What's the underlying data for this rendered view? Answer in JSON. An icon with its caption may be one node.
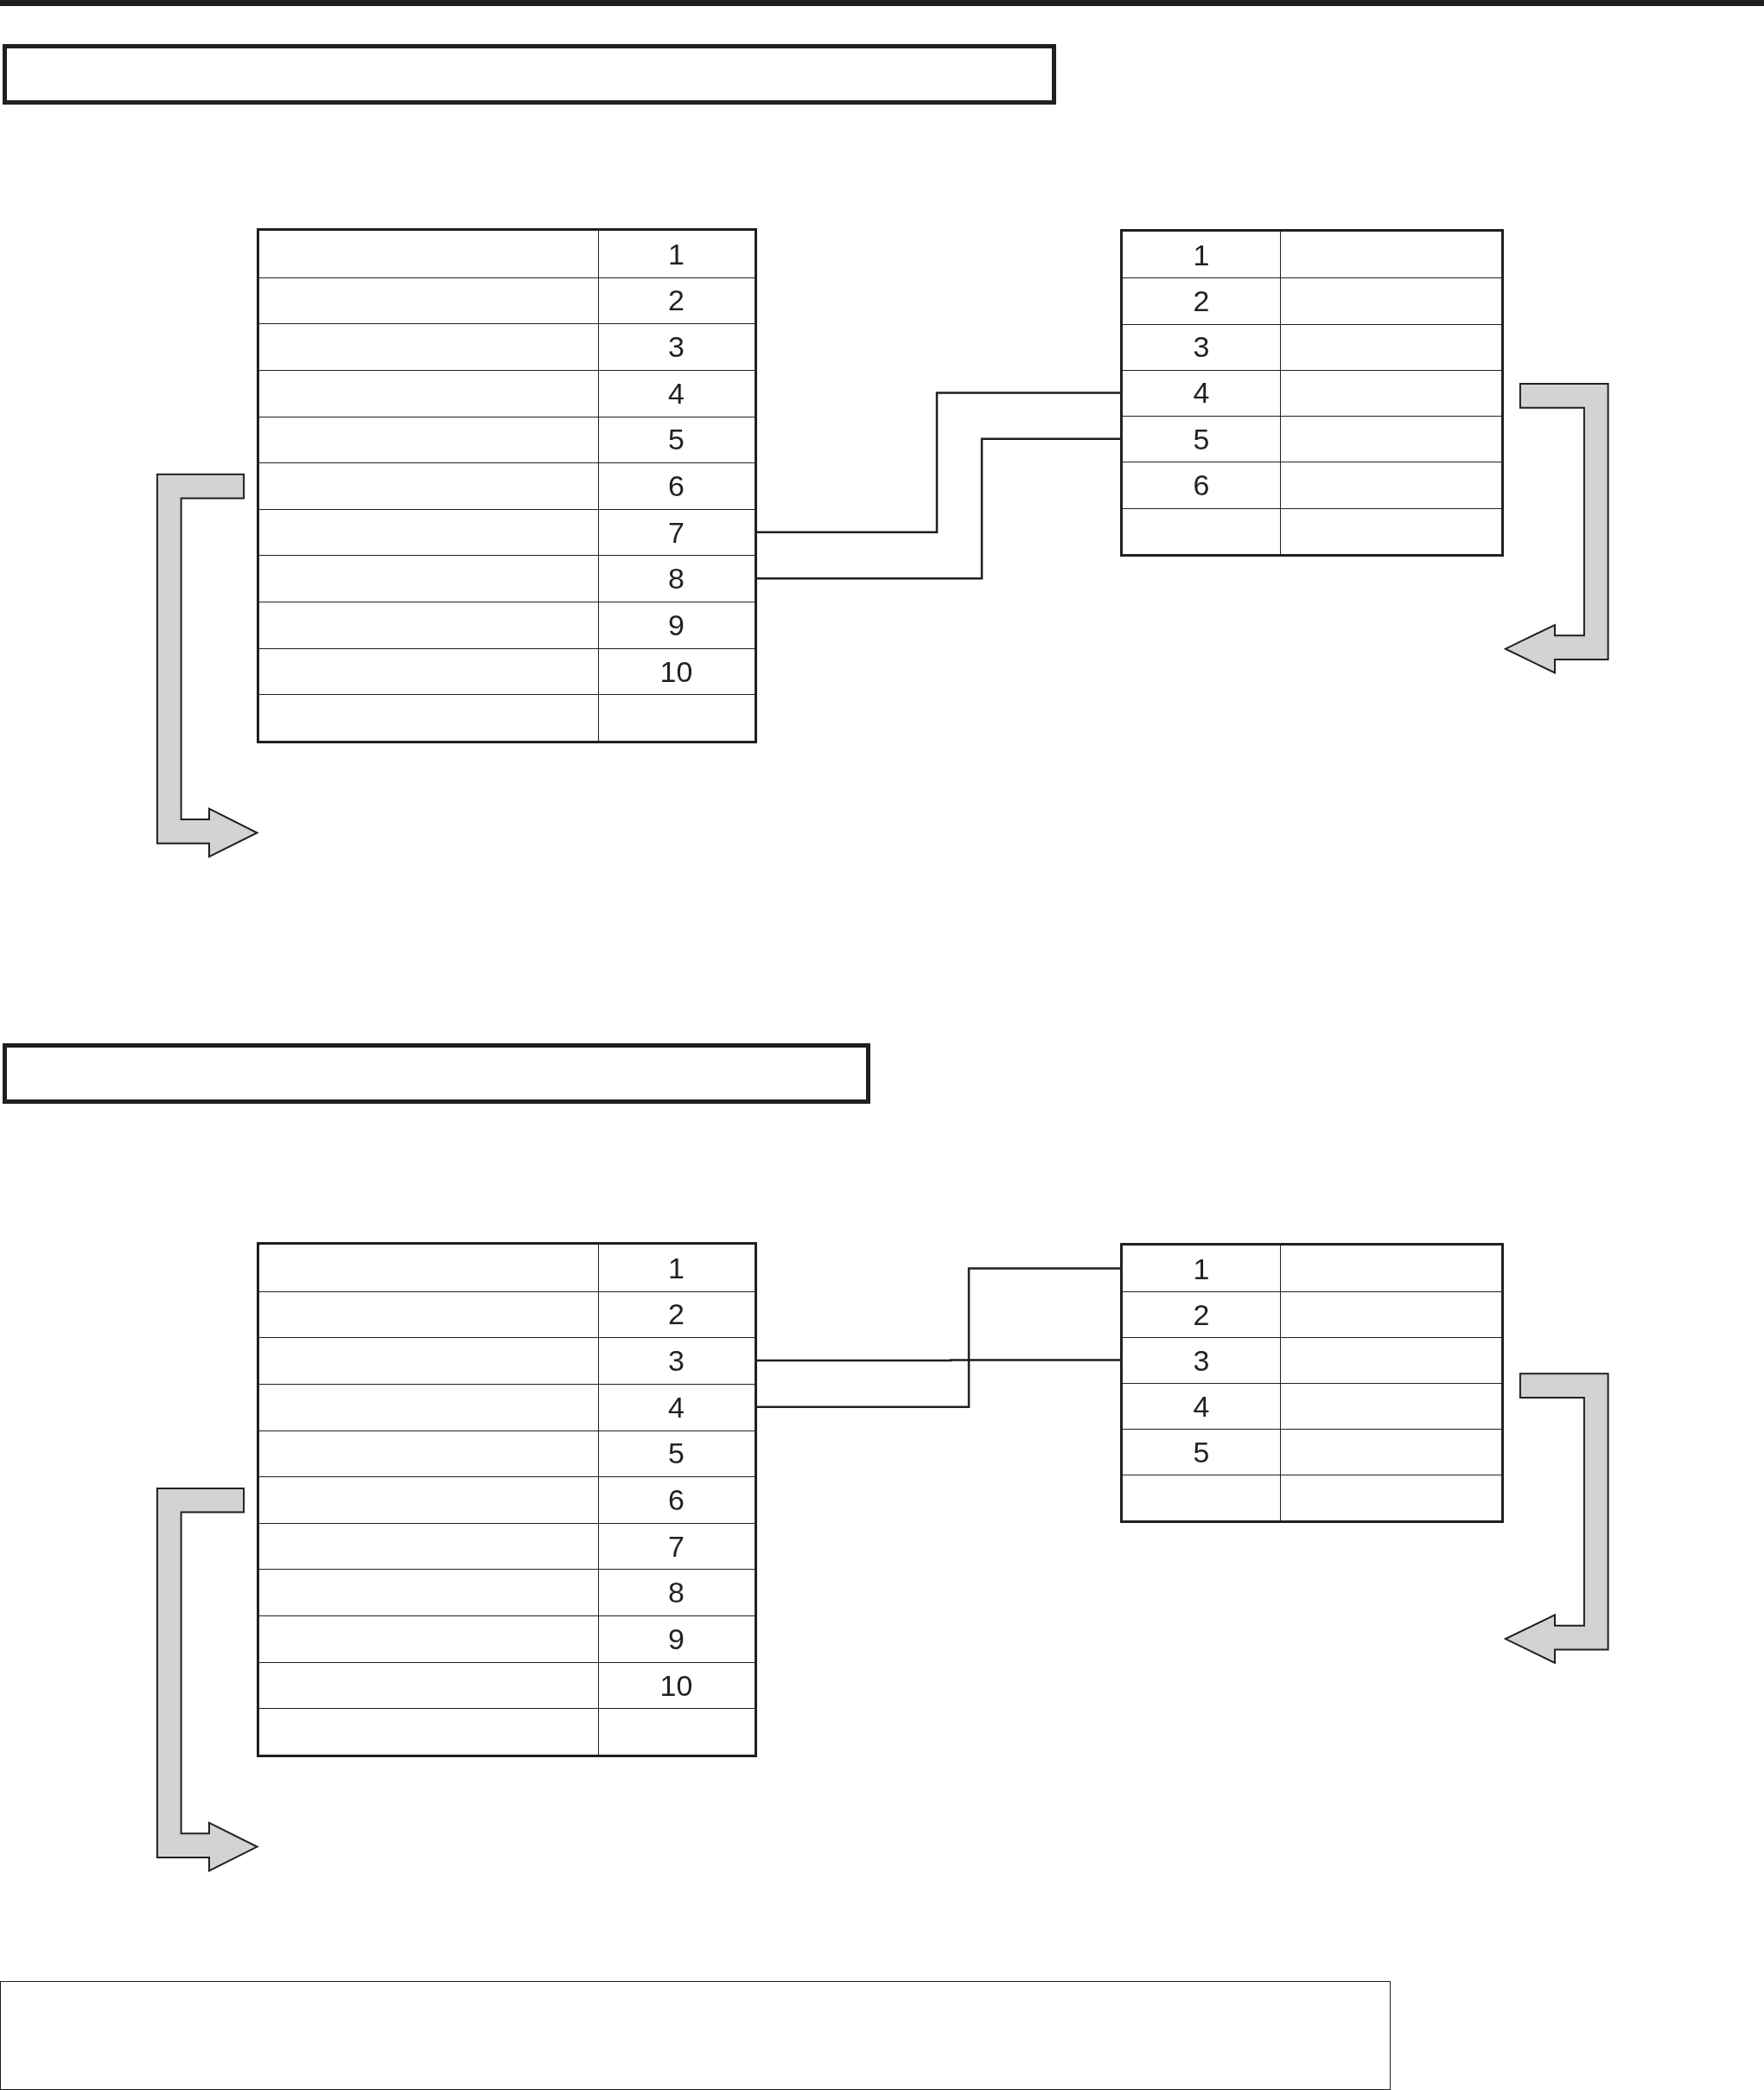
{
  "diagram": {
    "nodes": [
      {
        "text": [],
        "shape": "box"
      },
      {
        "text": [],
        "shape": "box"
      },
      {
        "text": [
          "1"
        ],
        "in": 1
      },
      {
        "text": [
          "2"
        ],
        "in": 1
      },
      {
        "text": [
          "3"
        ],
        "in": 1
      },
      {
        "text": [
          "4"
        ],
        "in": 1
      },
      {
        "text": [
          "5"
        ],
        "in": 1
      },
      {
        "text": [
          "6"
        ],
        "in": 1
      },
      {
        "text": [
          "7"
        ],
        "in": 1
      },
      {
        "text": [
          "8"
        ],
        "in": 1
      },
      {
        "text": [
          "9"
        ],
        "in": 1
      },
      {
        "text": [
          "10"
        ],
        "in": 1
      },
      {
        "text": [],
        "shape": "box"
      },
      {
        "text": [
          "1"
        ],
        "in": 12
      },
      {
        "text": [
          "2"
        ],
        "in": 12
      },
      {
        "text": [
          "3"
        ],
        "in": 12
      },
      {
        "text": [
          "4"
        ],
        "in": 12
      },
      {
        "text": [
          "5"
        ],
        "in": 12
      },
      {
        "text": [
          "6"
        ],
        "in": 12
      },
      {
        "text": [],
        "shape": "box"
      },
      {
        "text": [],
        "shape": "box"
      },
      {
        "text": [
          "1"
        ],
        "in": 20
      },
      {
        "text": [
          "2"
        ],
        "in": 20
      },
      {
        "text": [
          "3"
        ],
        "in": 20
      },
      {
        "text": [
          "4"
        ],
        "in": 20
      },
      {
        "text": [
          "5"
        ],
        "in": 20
      },
      {
        "text": [
          "6"
        ],
        "in": 20
      },
      {
        "text": [
          "7"
        ],
        "in": 20
      },
      {
        "text": [
          "8"
        ],
        "in": 20
      },
      {
        "text": [
          "9"
        ],
        "in": 20
      },
      {
        "text": [
          "10"
        ],
        "in": 20
      },
      {
        "text": [],
        "shape": "box"
      },
      {
        "text": [
          "1"
        ],
        "in": 31
      },
      {
        "text": [
          "2"
        ],
        "in": 31
      },
      {
        "text": [
          "3"
        ],
        "in": 31
      },
      {
        "text": [
          "4"
        ],
        "in": 31
      },
      {
        "text": [
          "5"
        ],
        "in": 31
      },
      {
        "text": [],
        "shape": "box"
      }
    ],
    "edges": [
      {
        "from": 8,
        "to": 16,
        "arrow": "none"
      },
      {
        "from": 9,
        "to": 17,
        "arrow": "none"
      },
      {
        "from": 23,
        "to": 34,
        "arrow": "none"
      },
      {
        "from": 24,
        "to": 32,
        "arrow": "none"
      }
    ]
  }
}
